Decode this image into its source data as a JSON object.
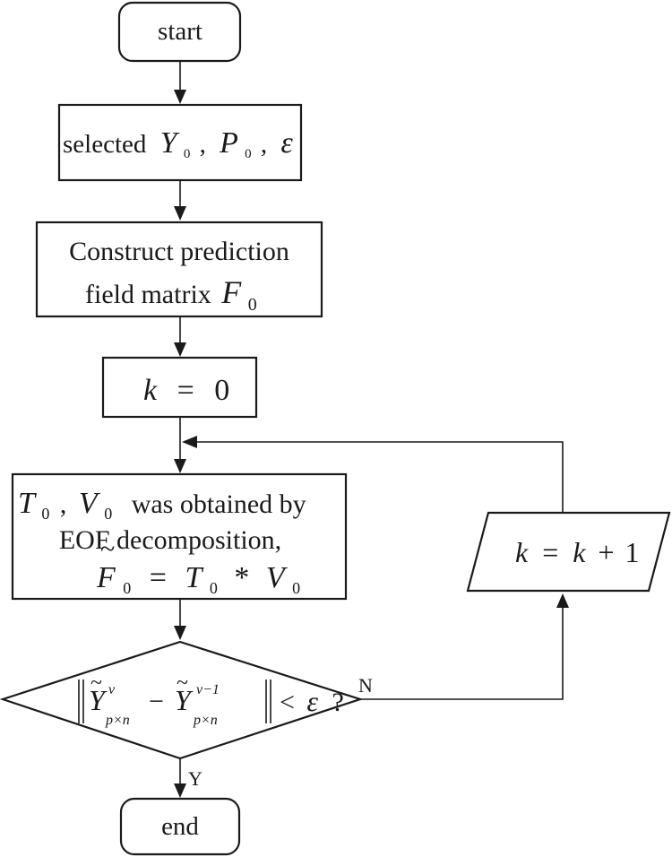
{
  "nodes": {
    "start": {
      "label": "start"
    },
    "select": {
      "text": "selected",
      "vars": [
        "Y",
        "P",
        "ε"
      ],
      "subscript": "0",
      "separator": ","
    },
    "construct": {
      "line1": "Construct prediction",
      "line2": "field matrix",
      "matrix": "F",
      "subscript": "0"
    },
    "init_k": {
      "var": "k",
      "eq": "=",
      "value": "0"
    },
    "eof": {
      "var_t": "T",
      "var_v": "V",
      "subscript": "0",
      "separator": ",",
      "line1_text": "was obtained by",
      "line2_text": "EOF decomposition,",
      "result_var": "F",
      "tilde": "~",
      "eq": "=",
      "times": "*"
    },
    "decision": {
      "var": "Y",
      "tilde": "~",
      "sup_a": "v",
      "sup_b": "v−1",
      "sub": "p×n",
      "minus": "−",
      "lt": "<",
      "eps": "ε",
      "question": "?"
    },
    "increment": {
      "lhs": "k",
      "eq": "=",
      "rhs": "k",
      "plus": "+",
      "one": "1"
    },
    "end": {
      "label": "end"
    }
  },
  "edges": {
    "no_label": "N",
    "yes_label": "Y"
  }
}
